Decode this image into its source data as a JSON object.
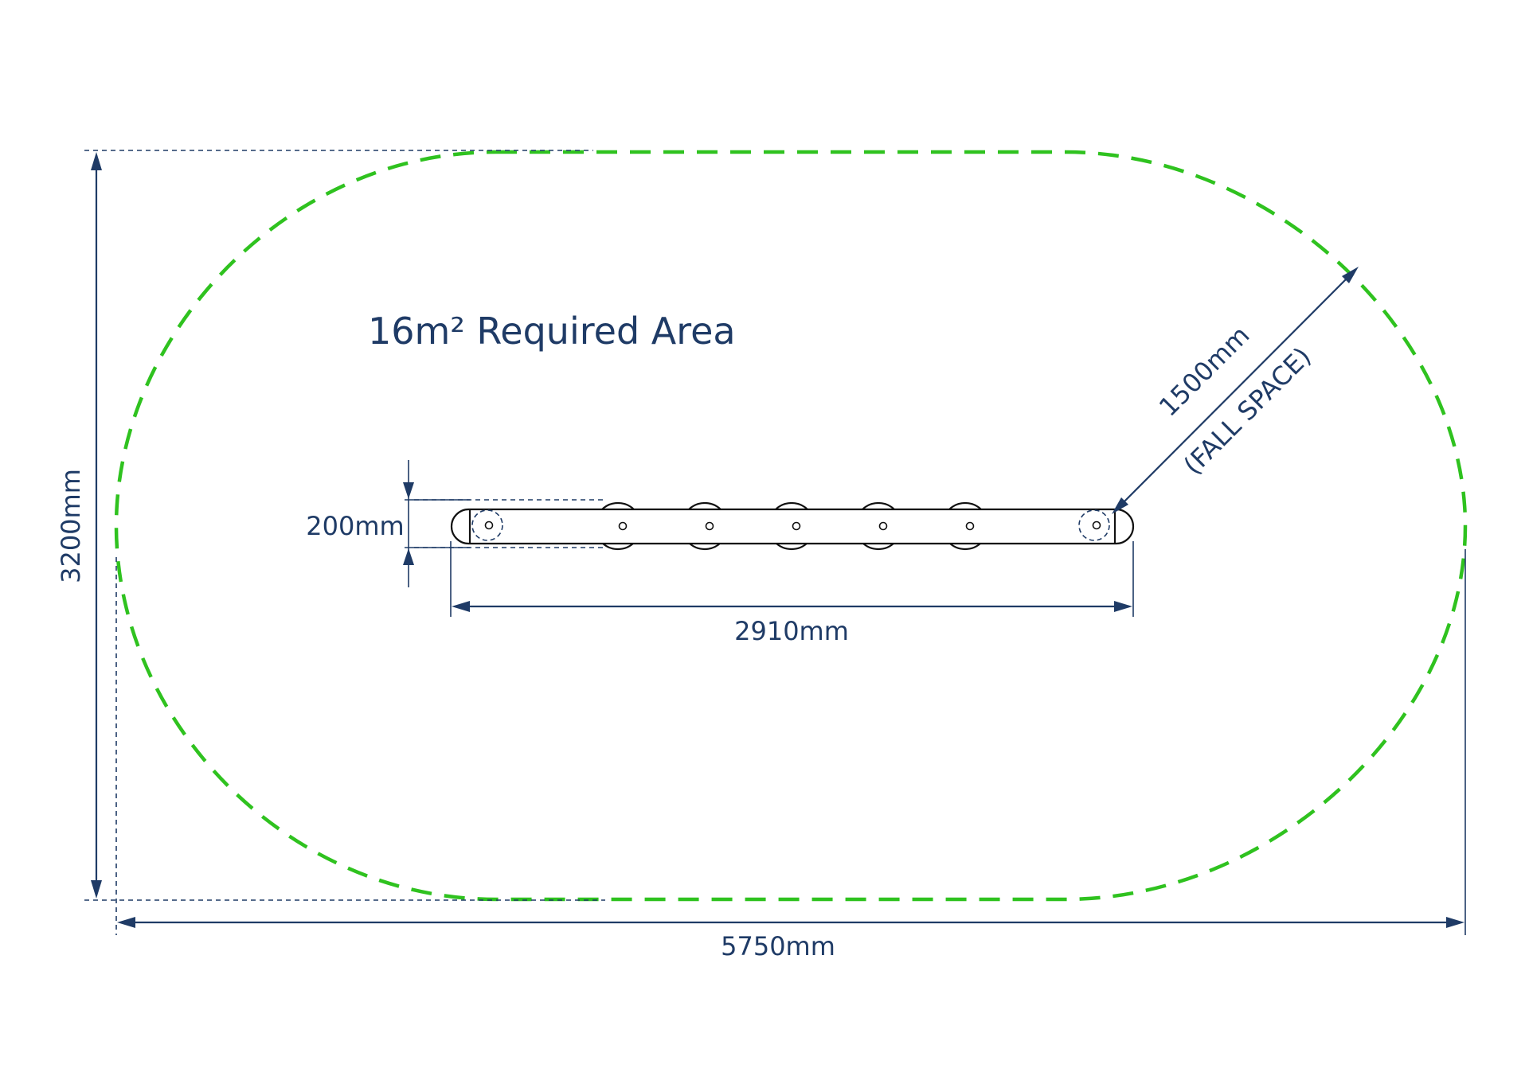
{
  "diagram": {
    "title": "16m² Required Area",
    "boundary_color": "#2fc21f",
    "line_color": "#1f3b66",
    "dimensions": {
      "overall_width": "5750mm",
      "overall_height": "3200mm",
      "beam_length": "2910mm",
      "beam_width": "200mm",
      "fall_space": "1500mm",
      "fall_space_note": "(FALL SPACE)"
    },
    "stepping_stones": 5
  }
}
